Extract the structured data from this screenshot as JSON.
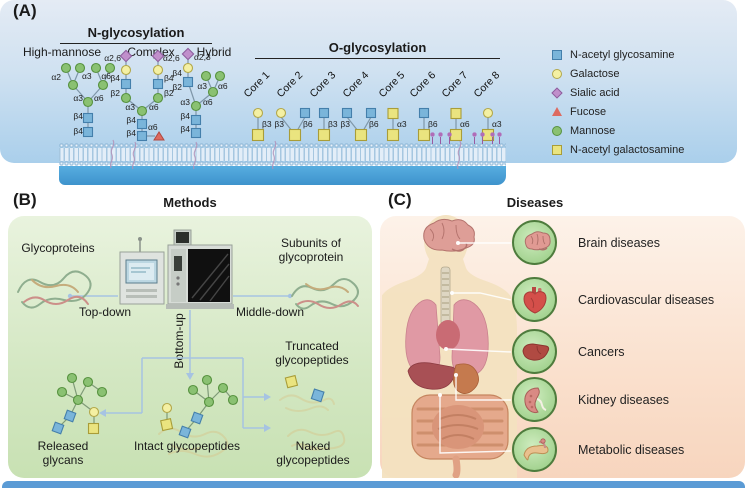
{
  "a": {
    "panel_label": "(A)",
    "n_title": "N-glycosylation",
    "types": [
      "High-mannose",
      "Complex",
      "Hybrid"
    ],
    "hm_labels": [
      "α2",
      "α3",
      "α6",
      "α3",
      "α6",
      "β4",
      "β4"
    ],
    "cx_labels": [
      "α2,6",
      "α2,6",
      "β4",
      "β4",
      "β2",
      "β2",
      "α3",
      "α6",
      "β4",
      "β4",
      "α6"
    ],
    "hy_labels": [
      "α2,3",
      "β4",
      "β2",
      "α3",
      "α6",
      "α3",
      "α6",
      "β4",
      "β4"
    ],
    "o_title": "O-glycosylation",
    "cores": [
      {
        "name": "Core 1",
        "labels": [
          "β3"
        ]
      },
      {
        "name": "Core 2",
        "labels": [
          "β3",
          "β6"
        ]
      },
      {
        "name": "Core 3",
        "labels": [
          "β3"
        ]
      },
      {
        "name": "Core 4",
        "labels": [
          "β3",
          "β6"
        ]
      },
      {
        "name": "Core 5",
        "labels": [
          "α3"
        ]
      },
      {
        "name": "Core 6",
        "labels": [
          "β6"
        ]
      },
      {
        "name": "Core 7",
        "labels": [
          "α6"
        ]
      },
      {
        "name": "Core 8",
        "labels": [
          "α3"
        ]
      }
    ],
    "legend": [
      {
        "symbol": "blue-square",
        "label": "N-acetyl glycosamine",
        "color": "#7ab5da"
      },
      {
        "symbol": "yellow-circle",
        "label": "Galactose",
        "color": "#f4f0a3"
      },
      {
        "symbol": "purple-diamond",
        "label": "Sialic acid",
        "color": "#c08fcb"
      },
      {
        "symbol": "red-triangle",
        "label": "Fucose",
        "color": "#dd6a60"
      },
      {
        "symbol": "green-circle",
        "label": "Mannose",
        "color": "#8ac172"
      },
      {
        "symbol": "yellow-square",
        "label": "N-acetyl galactosamine",
        "color": "#eae47f"
      }
    ]
  },
  "b": {
    "panel_label": "(B)",
    "title": "Methods",
    "glycoproteins": "Glycoproteins",
    "top_down": "Top-down",
    "bottom_up": "Bottom-up",
    "middle_down": "Middle-down",
    "subunits": "Subunits of glycoprotein",
    "released": "Released glycans",
    "intact": "Intact glycopeptides",
    "truncated": "Truncated glycopeptides",
    "naked": "Naked glycopeptides"
  },
  "c": {
    "panel_label": "(C)",
    "title": "Diseases",
    "diseases": [
      {
        "icon": "brain-icon",
        "label": "Brain diseases"
      },
      {
        "icon": "heart-icon",
        "label": "Cardiovascular diseases"
      },
      {
        "icon": "liver-icon",
        "label": "Cancers"
      },
      {
        "icon": "kidney-icon",
        "label": "Kidney diseases"
      },
      {
        "icon": "pancreas-icon",
        "label": "Metabolic diseases"
      }
    ]
  },
  "strip_color": "#5b9bd5"
}
